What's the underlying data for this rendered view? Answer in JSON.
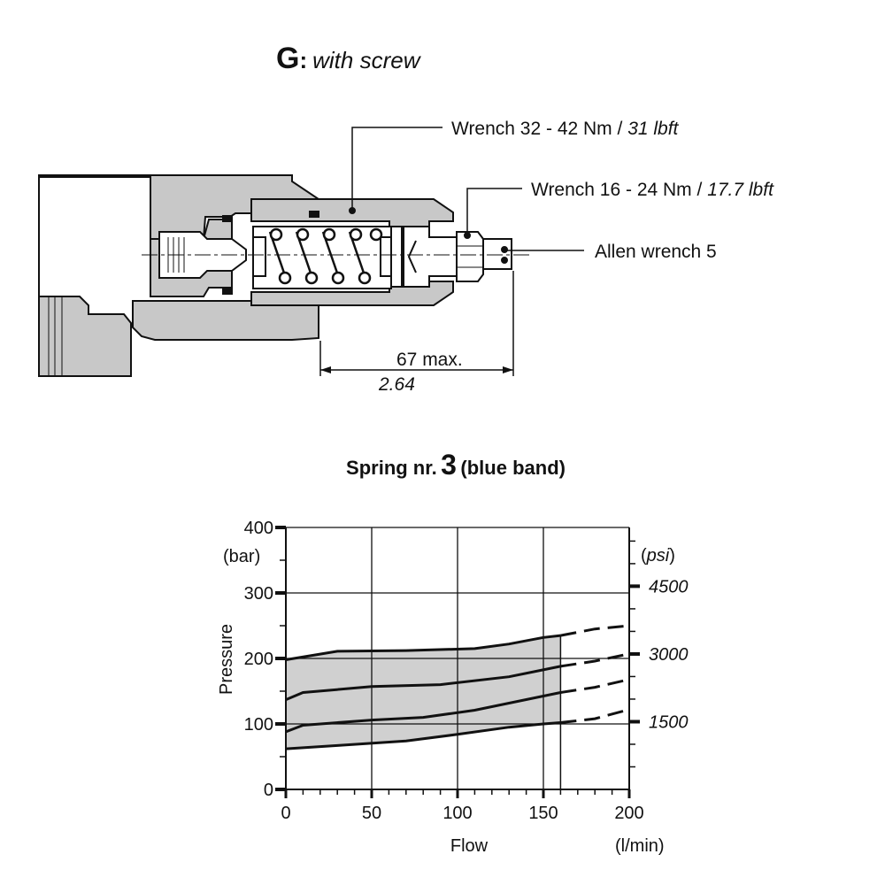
{
  "header": {
    "letter": "G",
    "colon": ":",
    "text": "with screw"
  },
  "callouts": {
    "wrench_large_prefix": "Wrench 32 - 42 Nm / ",
    "wrench_large_imperial": "31 lbft",
    "wrench_small_prefix": "Wrench 16 - 24 Nm / ",
    "wrench_small_imperial": "17.7 lbft",
    "allen": "Allen wrench 5"
  },
  "dimension": {
    "metric": "67 max.",
    "imperial": "2.64"
  },
  "chart_data": {
    "type": "area",
    "title_prefix": "Spring nr.",
    "title_number": "3",
    "title_suffix": "(blue band)",
    "xlabel": "Flow",
    "xunit": "(l/min)",
    "ylabel": "Pressure",
    "yunit": "(bar)",
    "y2unit": "psi",
    "xlim": [
      0,
      200
    ],
    "ylim": [
      0,
      400
    ],
    "xticks": [
      "0",
      "50",
      "100",
      "150",
      "200"
    ],
    "yticks": [
      "0",
      "100",
      "200",
      "300",
      "400"
    ],
    "y2ticks": [
      {
        "label": "1500",
        "value": 103.4
      },
      {
        "label": "3000",
        "value": 206.8
      },
      {
        "label": "4500",
        "value": 310.3
      }
    ],
    "grid": true,
    "band": {
      "upper": [
        [
          0,
          198
        ],
        [
          30,
          211
        ],
        [
          70,
          212
        ],
        [
          110,
          215
        ],
        [
          130,
          222
        ],
        [
          150,
          232
        ],
        [
          160,
          235
        ]
      ],
      "lower": [
        [
          0,
          62
        ],
        [
          30,
          67
        ],
        [
          70,
          74
        ],
        [
          100,
          84
        ],
        [
          130,
          95
        ],
        [
          150,
          100
        ],
        [
          160,
          102
        ]
      ]
    },
    "series": [
      {
        "solid": [
          [
            0,
            198
          ],
          [
            30,
            211
          ],
          [
            70,
            212
          ],
          [
            110,
            215
          ],
          [
            130,
            222
          ],
          [
            150,
            232
          ],
          [
            160,
            235
          ]
        ],
        "dashed": [
          [
            160,
            235
          ],
          [
            180,
            245
          ],
          [
            200,
            250
          ]
        ]
      },
      {
        "solid": [
          [
            0,
            137
          ],
          [
            10,
            148
          ],
          [
            50,
            157
          ],
          [
            90,
            160
          ],
          [
            130,
            172
          ],
          [
            160,
            188
          ]
        ],
        "dashed": [
          [
            160,
            188
          ],
          [
            180,
            196
          ],
          [
            200,
            207
          ]
        ]
      },
      {
        "solid": [
          [
            0,
            88
          ],
          [
            10,
            98
          ],
          [
            50,
            106
          ],
          [
            80,
            110
          ],
          [
            110,
            121
          ],
          [
            160,
            148
          ]
        ],
        "dashed": [
          [
            160,
            148
          ],
          [
            180,
            156
          ],
          [
            200,
            168
          ]
        ]
      },
      {
        "solid": [
          [
            0,
            62
          ],
          [
            30,
            67
          ],
          [
            70,
            74
          ],
          [
            100,
            84
          ],
          [
            130,
            95
          ],
          [
            150,
            100
          ],
          [
            160,
            102
          ]
        ],
        "dashed": [
          [
            160,
            102
          ],
          [
            180,
            108
          ],
          [
            200,
            122
          ]
        ]
      }
    ]
  }
}
